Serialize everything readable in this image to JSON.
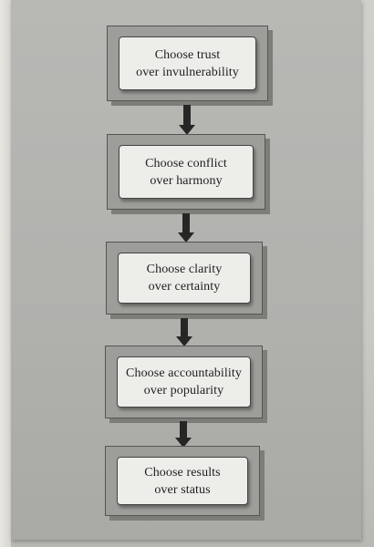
{
  "steps": [
    {
      "line1": "Choose trust",
      "line2": "over invulnerability"
    },
    {
      "line1": "Choose conflict",
      "line2": "over harmony"
    },
    {
      "line1": "Choose clarity",
      "line2": "over certainty"
    },
    {
      "line1": "Choose accountability",
      "line2": "over popularity"
    },
    {
      "line1": "Choose results",
      "line2": "over status"
    }
  ]
}
